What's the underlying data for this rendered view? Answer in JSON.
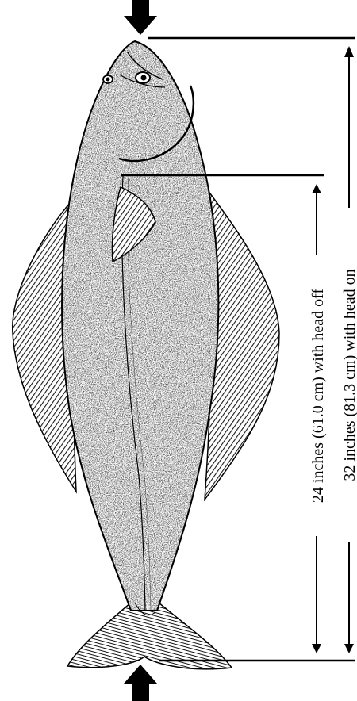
{
  "diagram": {
    "head_off_label": "24 inches (61.0 cm) with head off",
    "head_on_label": "32 inches (81.3 cm) with head on",
    "fish_icon": "halibut-illustration",
    "colors": {
      "ink": "#000000",
      "background": "#ffffff",
      "fish_body": "#8f8f8f",
      "fin": "#5a5a5a"
    }
  }
}
